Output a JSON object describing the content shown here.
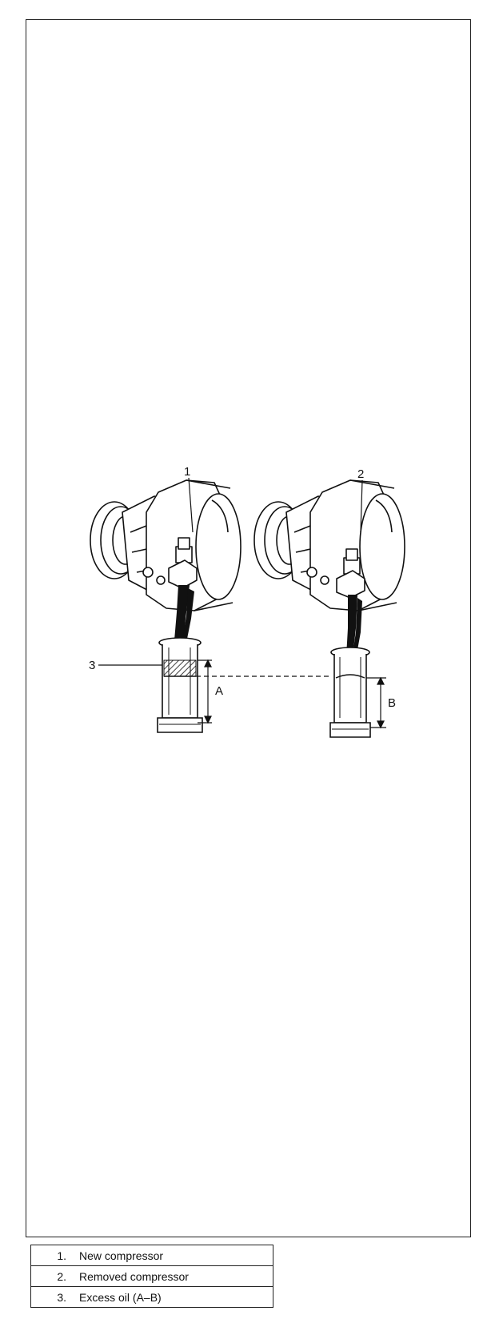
{
  "figure": {
    "callouts": {
      "new_compressor_num": "1",
      "removed_compressor_num": "2",
      "excess_oil_num": "3",
      "dim_a": "A",
      "dim_b": "B"
    }
  },
  "legend": {
    "items": [
      {
        "num": "1.",
        "text": "New compressor"
      },
      {
        "num": "2.",
        "text": "Removed compressor"
      },
      {
        "num": "3.",
        "text": "Excess oil (A–B)"
      }
    ]
  }
}
